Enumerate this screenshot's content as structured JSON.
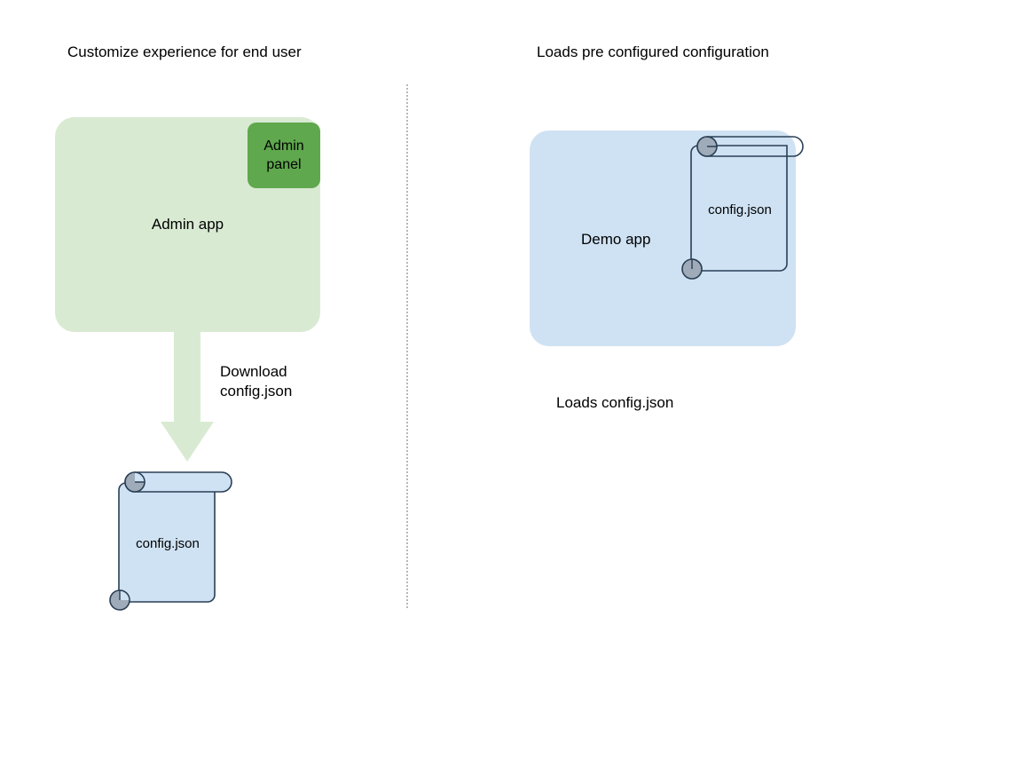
{
  "diagram": {
    "background_color": "#ffffff",
    "columns": [
      {
        "id": "left",
        "title": "Customize experience for end user"
      },
      {
        "id": "right",
        "title": "Loads pre configured configuration"
      }
    ],
    "divider": {
      "name": "vertical-dotted-divider",
      "style": "dotted",
      "color": "#b7b7b7"
    },
    "left_column": {
      "app_box": {
        "label": "Admin app",
        "fill_color": "#d9ead3"
      },
      "admin_panel": {
        "label_line1": "Admin",
        "label_line2": "panel",
        "fill_color": "#5fa84d"
      },
      "arrow": {
        "label_line1": "Download",
        "label_line2": "config.json",
        "color": "#d9ead3",
        "direction": "down"
      },
      "document": {
        "label": "config.json",
        "fill_color": "#cfe2f3",
        "stroke_color": "#2a3f55",
        "curl_color": "#9fabb8"
      }
    },
    "right_column": {
      "app_box": {
        "label": "Demo app",
        "fill_color": "#cfe2f3"
      },
      "document": {
        "label": "config.json",
        "fill_color": "none",
        "stroke_color": "#2a3f55",
        "curl_color": "#9fabb8"
      },
      "caption": "Loads config.json"
    }
  }
}
